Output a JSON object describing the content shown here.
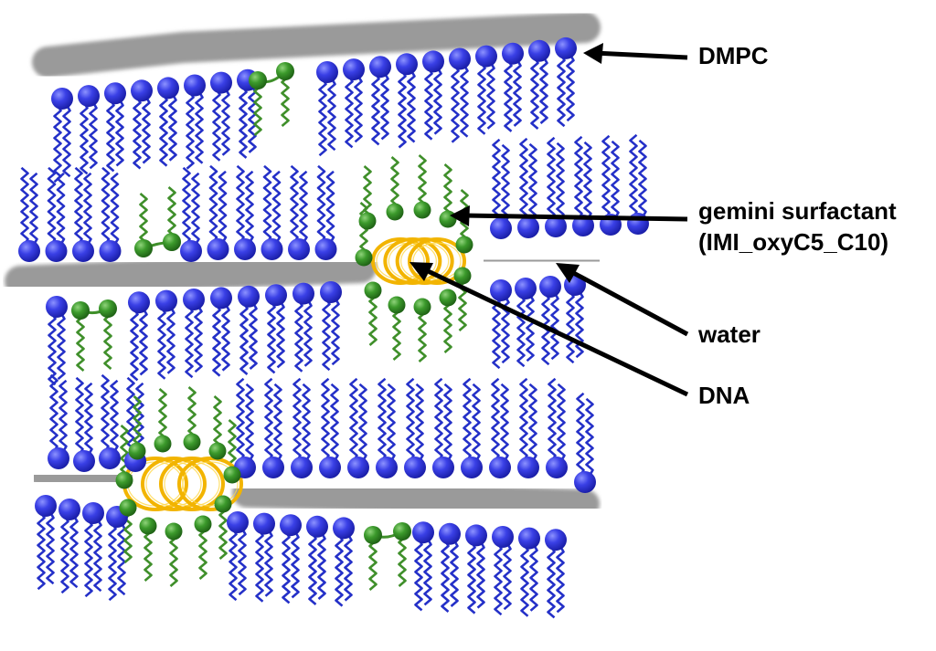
{
  "labels": {
    "dmpc": "DMPC",
    "gemini_line1": "gemini surfactant",
    "gemini_line2": "(IMI_oxyC5_C10)",
    "water": "water",
    "dna": "DNA"
  },
  "colors": {
    "lipid_head": "#2a2fd8",
    "lipid_tail": "#2430c8",
    "surfactant_head": "#2f8a22",
    "surfactant_tail": "#3f8f2a",
    "water": "#9a9a9a",
    "dna": "#f2b400",
    "arrow": "#000000"
  },
  "icons": {
    "dmpc": "lipid-head-icon",
    "surfactant": "surfactant-head-icon",
    "dna": "dna-helix-icon"
  }
}
